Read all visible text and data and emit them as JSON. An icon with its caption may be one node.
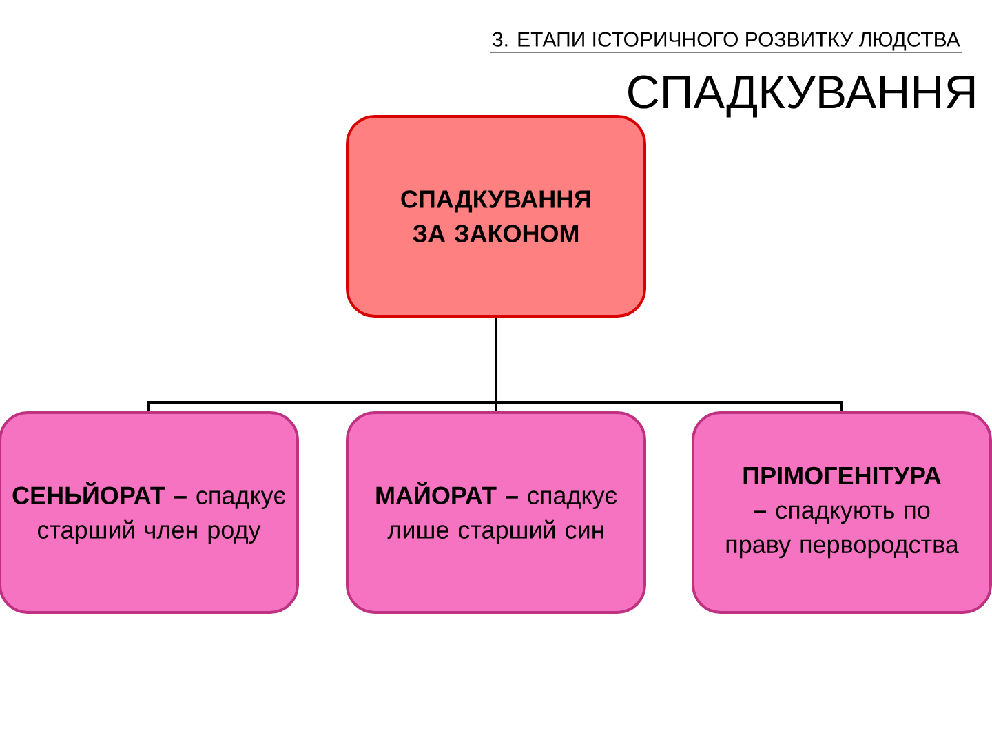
{
  "diagram": {
    "title": "СПАДКУВАННЯ",
    "nodes": [
      {
        "text": [
          "СПАДКУВАННЯ ЗА ЗАКОНОМ"
        ]
      },
      {
        "text": [
          "**СЕНЬЙОРАТ –** спадкує старший член роду"
        ]
      },
      {
        "text": [
          "**МАЙОРАТ –** спадкує лише старший син"
        ]
      },
      {
        "text": [
          "**ПРІМОГЕНІТУРА –** спадкують по праву первородства"
        ]
      }
    ],
    "edges": [
      {
        "from": 0,
        "to": 1,
        "arrow": "none"
      },
      {
        "from": 0,
        "to": 2,
        "arrow": "none"
      },
      {
        "from": 0,
        "to": 3,
        "arrow": "none"
      }
    ],
    "labels": [
      "3. ЕТАПИ ІСТОРИЧНОГО РОЗВИТКУ ЛЮДСТВА"
    ]
  }
}
